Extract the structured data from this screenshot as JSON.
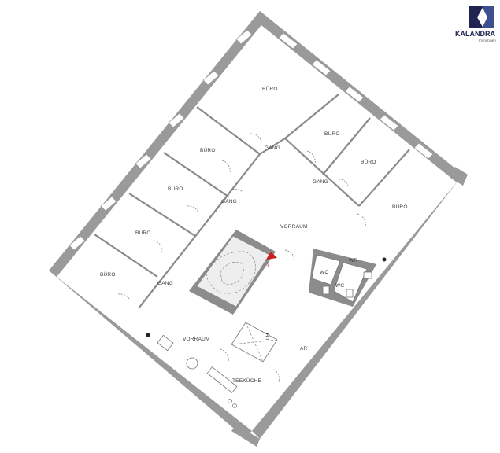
{
  "logo": {
    "name": "KALANDRA",
    "subtitle": "Immobilien",
    "color": "#1f2550"
  },
  "rooms": [
    {
      "id": "buero-top",
      "label": "BÜRO"
    },
    {
      "id": "buero-ne1",
      "label": "BÜRO"
    },
    {
      "id": "buero-ne2",
      "label": "BÜRO"
    },
    {
      "id": "buero-e",
      "label": "BÜRO"
    },
    {
      "id": "buero-w1",
      "label": "BÜRO"
    },
    {
      "id": "buero-w2",
      "label": "BÜRO"
    },
    {
      "id": "buero-w3",
      "label": "BÜRO"
    },
    {
      "id": "buero-w4",
      "label": "BÜRO"
    },
    {
      "id": "gang-1",
      "label": "GANG"
    },
    {
      "id": "gang-2",
      "label": "GANG"
    },
    {
      "id": "gang-3",
      "label": "GANG"
    },
    {
      "id": "gang-4",
      "label": "GANG"
    },
    {
      "id": "vorraum-1",
      "label": "VORRAUM"
    },
    {
      "id": "vorraum-2",
      "label": "VORRAUM"
    },
    {
      "id": "wr",
      "label": "WR"
    },
    {
      "id": "wc-1",
      "label": "WC"
    },
    {
      "id": "wc-2",
      "label": "WC"
    },
    {
      "id": "ar",
      "label": "AR"
    },
    {
      "id": "teekueche",
      "label": "TEEKÜCHE"
    },
    {
      "id": "lift",
      "label": "LH"
    }
  ],
  "floor_marker": {
    "label": "3",
    "color": "#cc1f1f"
  },
  "colors": {
    "wall": "#9a9a9a",
    "background": "#ffffff"
  }
}
